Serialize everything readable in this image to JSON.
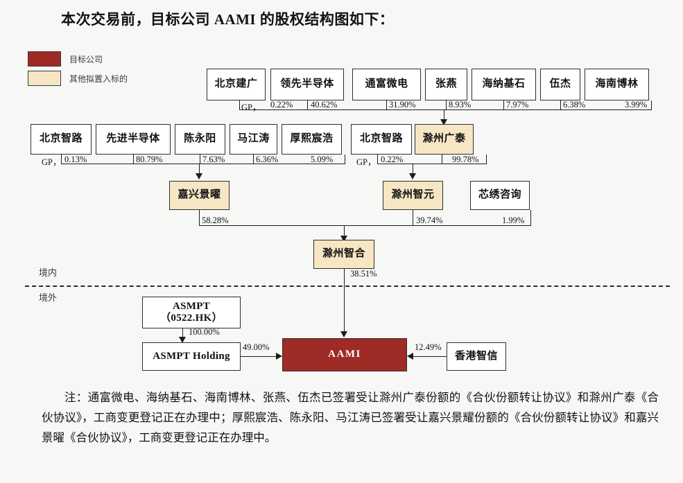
{
  "title": "本次交易前，目标公司 AAMI 的股权结构图如下：",
  "legend": [
    {
      "name": "target-company",
      "label": "目标公司",
      "color": "#9e2b25"
    },
    {
      "name": "other-assets",
      "label": "其他拟置入标的",
      "color": "#f7e6c4"
    }
  ],
  "regions": {
    "onshore": "境内",
    "offshore": "境外"
  },
  "row1": {
    "gp_label": "GP，",
    "nodes": [
      {
        "label": "北京建广",
        "pct": "0.22%"
      },
      {
        "label": "领先半导体",
        "pct": "40.62%"
      },
      {
        "label": "通富微电",
        "pct": "31.90%"
      },
      {
        "label": "张燕",
        "pct": "8.93%"
      },
      {
        "label": "海纳基石",
        "pct": "7.97%"
      },
      {
        "label": "伍杰",
        "pct": "6.38%"
      },
      {
        "label": "海南博林",
        "pct": "3.99%"
      }
    ]
  },
  "row2_left": {
    "gp_label": "GP，",
    "nodes": [
      {
        "label": "北京智路",
        "pct": "0.13%"
      },
      {
        "label": "先进半导体",
        "pct": "80.79%"
      },
      {
        "label": "陈永阳",
        "pct": "7.63%"
      },
      {
        "label": "马江涛",
        "pct": "6.36%"
      },
      {
        "label": "厚熙宸浩",
        "pct": "5.09%"
      }
    ]
  },
  "row2_right": {
    "gp_label": "GP，",
    "nodes": [
      {
        "label": "北京智路",
        "pct": "0.22%"
      },
      {
        "label": "滁州广泰",
        "pct": "99.78%"
      }
    ]
  },
  "row3": {
    "nodes": [
      {
        "label": "嘉兴景曜",
        "pct": "58.28%"
      },
      {
        "label": "滁州智元",
        "pct": "39.74%"
      },
      {
        "label": "芯绣咨询",
        "pct": "1.99%"
      }
    ]
  },
  "midco": {
    "label": "滁州智合",
    "pct": "38.51%"
  },
  "offshore_nodes": {
    "asmpt_line1": "ASMPT",
    "asmpt_line2": "（0522.HK）",
    "asmpt_pct": "100.00%",
    "asmpt_holding": "ASMPT Holding",
    "asmpt_holding_pct": "49.00%",
    "target": "AAMI",
    "hk_zhixin": "香港智信",
    "hk_zhixin_pct": "12.49%"
  },
  "footnote": "注：通富微电、海纳基石、海南博林、张燕、伍杰已签署受让滁州广泰份额的《合伙份额转让协议》和滁州广泰《合伙协议》，工商变更登记正在办理中；厚熙宸浩、陈永阳、马江涛已签署受让嘉兴景耀份额的《合伙份额转让协议》和嘉兴景曜《合伙协议》，工商变更登记正在办理中。"
}
